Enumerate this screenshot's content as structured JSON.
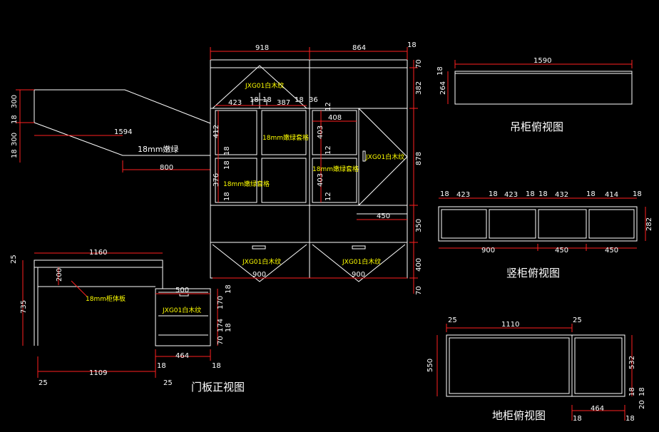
{
  "titles": {
    "door_front": "门板正视图",
    "hanging_top": "吊柜俯视图",
    "vertical_top": "竖柜俯视图",
    "floor_top": "地柜俯视图"
  },
  "labels": {
    "white_wood": "JXG01白木纹",
    "green_frame": "18mm嫩绿套格",
    "green": "18mm嫩绿",
    "body_board": "18mm柜体板"
  },
  "dims": {
    "d918": "918",
    "d864": "864",
    "d18": "18",
    "d70": "70",
    "d382": "382",
    "d423": "423",
    "d387": "387",
    "d36": "36",
    "d12": "12",
    "d408": "408",
    "d412": "412",
    "d403": "403",
    "d376": "376",
    "d878": "878",
    "d450": "450",
    "d350": "350",
    "d400": "400",
    "d900": "900",
    "d300": "300",
    "d1594": "1594",
    "d800": "800",
    "d25": "25",
    "d1160": "1160",
    "d200": "200",
    "d735": "735",
    "d500": "500",
    "d170": "170",
    "d174": "174",
    "d464": "464",
    "d1109": "1109",
    "d1590": "1590",
    "d264": "264",
    "d432": "432",
    "d414": "414",
    "d282": "282",
    "d1110": "1110",
    "d550": "550",
    "d532": "532",
    "d20": "20"
  }
}
